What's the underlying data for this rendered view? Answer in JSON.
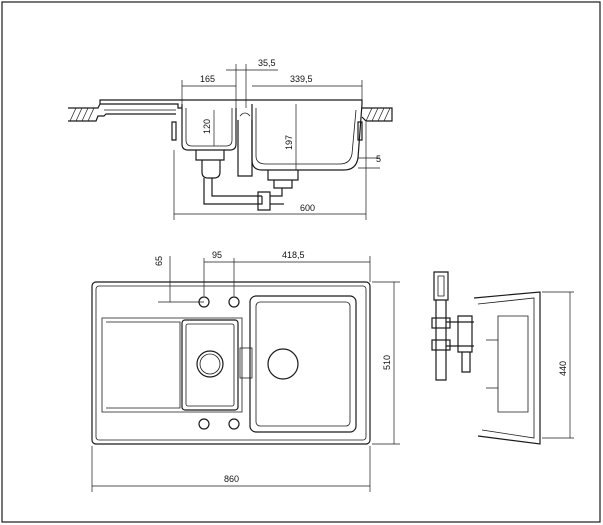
{
  "dimensions": {
    "top_view": {
      "d_165": "165",
      "d_35_5": "35,5",
      "d_339_5": "339,5",
      "d_120": "120",
      "d_197": "197",
      "d_5": "5",
      "d_600": "600"
    },
    "plan_view": {
      "d_65": "65",
      "d_95": "95",
      "d_418_5": "418,5",
      "d_510": "510",
      "d_860": "860"
    },
    "side_view": {
      "d_440": "440"
    }
  }
}
